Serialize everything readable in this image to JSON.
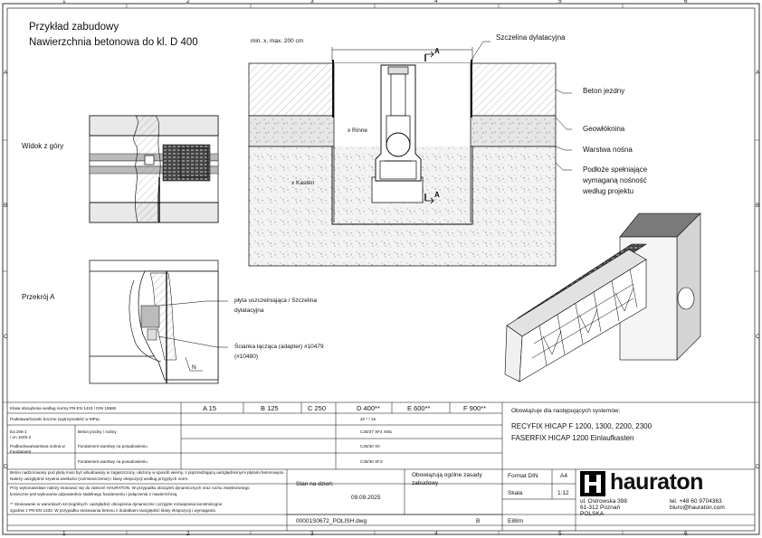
{
  "title": {
    "line1": "Przykład zabudowy",
    "line2": "Nawierzchnia betonowa do kl. D 400"
  },
  "view_labels": {
    "top_view": "Widok z góry",
    "section": "Przekrój A"
  },
  "grid": {
    "columns": [
      "1",
      "2",
      "3",
      "4",
      "5",
      "6"
    ],
    "rows": [
      "A",
      "B",
      "C",
      "D"
    ]
  },
  "section_drawing": {
    "dimension": "min. x, max. 200 cm",
    "section_mark": "A",
    "inner_labels": {
      "rinne": "x Rinne",
      "kasten": "x Kasten"
    },
    "callouts": {
      "expansion_joint": "Szczelina dylatacyjna",
      "concrete": "Beton jezdny",
      "geotextile": "Geowłóknina",
      "bearing_layer": "Warstwa nośna",
      "subsoil_1": "Podłoże spełniające",
      "subsoil_2": "wymaganą nośność",
      "subsoil_3": "według projektu"
    }
  },
  "detail_callouts": {
    "sealing_1": "płyta uszczelniająca / Szczelina",
    "sealing_2": "dylatacyjna",
    "adapter_1": "Ścianka łącząca (adapter) #10479",
    "adapter_2": "(#10480)",
    "north": "N"
  },
  "load_classes": {
    "header": "Klasa obciążenia według normy PN EN 1433 / DIN 19580",
    "classes": [
      "A 15",
      "B 125",
      "C 250",
      "D 400**",
      "E 600**",
      "F 900**"
    ],
    "row_strength": "Podstawa/ścianki boczne (wytrzymałość w MPa)",
    "strength_value": "20 * / 15",
    "exposure_left_1": "Ea 206-1",
    "exposure_left_2": "/ en 1045-2",
    "exposure_a": "Beton jezdny / nośny",
    "exposure_a_value": "C30/37 XF4 XM1",
    "exposure_b_1": "Podbudowa/warstwa nośna w",
    "exposure_b_2": "Fundament",
    "exposure_b": "Fundament warstwy na posadowieniu",
    "exposure_b_value": "C25/30 X0",
    "exposure_c": "Fundament warstwy na posadowieniu",
    "exposure_c_value": "C25/30 XF3",
    "note_1": "Beton nadzorowany pod płytą musi być wbudowany w zagęszczony, ułożony w sposób wierny, z poprzedzającą uwzględnionymi płytami betonowymi.",
    "note_2": "Należy uwzględnić kryteria wielkości (rozmieszczenie) i klasy ekspozycji według przyjętych norm.",
    "note_3": "Przy wykonawstwie należy stosować się do zaleceń HAURATON. W przypadku obciążeń dynamicznych oraz ruchu zwiększonego",
    "note_4": "konieczne jest wykonanie odpowiednio stabilnego fundamentu i połączenia z nawierzchnią.",
    "note_5": "** Stosowanie w warunkach szczególnych: uwzględnić obciążenia dynamiczne i przyjęte rozwiązania konstrukcyjne",
    "note_6": "zgodnie z PN-EN 1433. W przypadku stosowania betonu z dodatkami uwzględnić klasy ekspozycji i wymagania."
  },
  "systems": {
    "header": "Obowiązuje dla następujących systemów:",
    "line1": "RECYFIX HICAP F 1200, 1300, 2200, 2300",
    "line2": "FASERFIX HICAP 1200 Einlaufkasten"
  },
  "title_block": {
    "status_label": "Stan na dzień:",
    "date": "09.09.2025",
    "general_terms_1": "Obowiązują ogólne zasady",
    "general_terms_2": "zabudowy",
    "file": "00001S0672_POLISH.dwg",
    "revision": "B",
    "format_label": "Format DIN",
    "format_value": "A4",
    "scale_label": "Skala",
    "scale_value": "1:12",
    "sheet_code": "E88m"
  },
  "company": {
    "name": "hauraton",
    "address_1": "ul. Ostrowska 398",
    "address_2": "61-312 Poznań",
    "address_3": "POLSKA",
    "phone": "tel. +48 60 9704363",
    "email": "biuro@hauraton.com"
  }
}
